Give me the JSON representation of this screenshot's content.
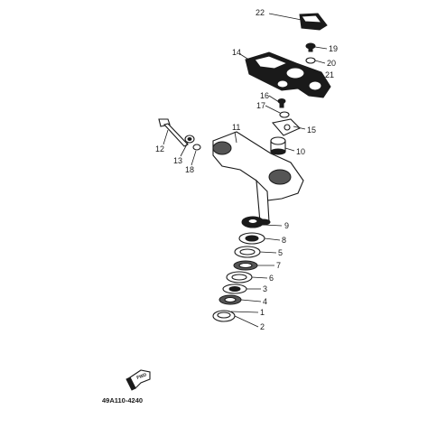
{
  "diagram": {
    "code": "49A110-4240",
    "front_mark": "FWD",
    "callouts": {
      "p1": "1",
      "p2": "2",
      "p3": "3",
      "p4": "4",
      "p5": "5",
      "p6": "6",
      "p7": "7",
      "p8": "8",
      "p9": "9",
      "p10": "10",
      "p11": "11",
      "p12": "12",
      "p13": "13",
      "p14": "14",
      "p15": "15",
      "p16": "16",
      "p17": "17",
      "p18": "18",
      "p19": "19",
      "p20": "20",
      "p21": "21",
      "p22": "22"
    }
  }
}
